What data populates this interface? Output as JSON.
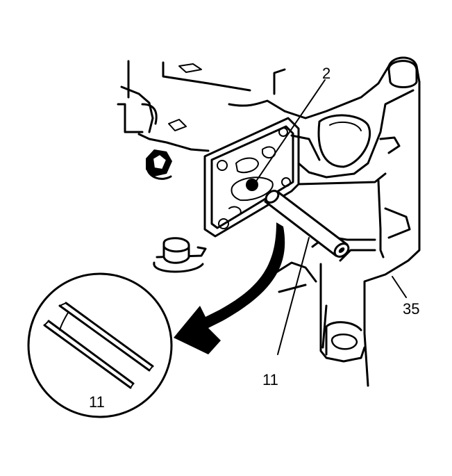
{
  "callouts": {
    "gasket_part": "2",
    "pin_part": "11",
    "housing_part": "35",
    "detail_pin_part": "11"
  },
  "colors": {
    "line": "#000000",
    "background": "#ffffff"
  }
}
